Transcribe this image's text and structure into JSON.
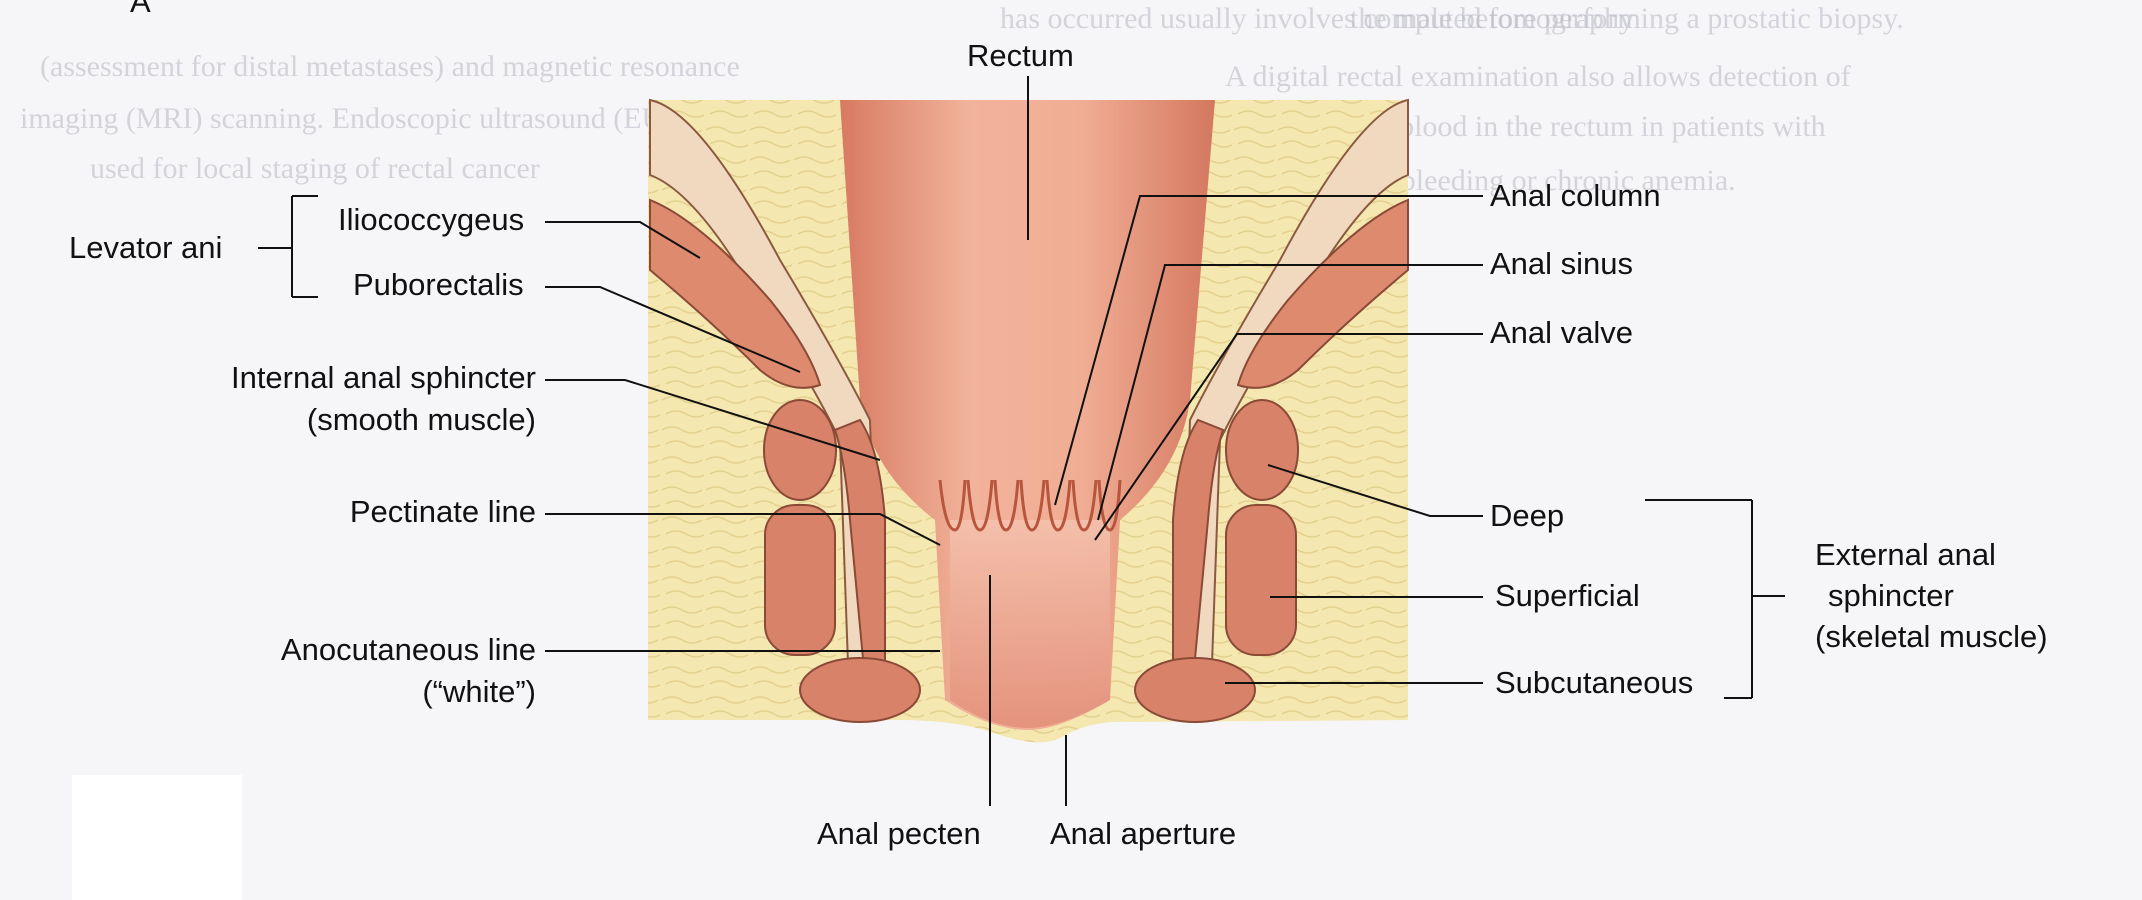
{
  "figure": {
    "corner_letter": "A",
    "show_through_text": [
      "has occurred usually involves computed tomography",
      "(assessment for distal metastases) and magnetic resonance",
      "imaging (MRI) scanning. Endoscopic ultrasound (EUS) is also",
      "used for local staging of rectal cancer",
      "the male before performing a prostatic biopsy.",
      "A digital rectal examination also allows detection of",
      "fresh or altered blood in the rectum in patients with",
      "gastrointestinal bleeding or chronic anemia."
    ],
    "colors": {
      "tissue": "#f3e6ad",
      "muscle": "#d9826a",
      "rectum": "#e99a80",
      "line": "#111111"
    }
  },
  "labels": {
    "top": "Rectum",
    "left": {
      "group": "Levator ani",
      "iliococcygeus": "Iliococcygeus",
      "puborectalis": "Puborectalis",
      "internal_1": "Internal anal sphincter",
      "internal_2": "(smooth muscle)",
      "pectinate": "Pectinate line",
      "anocutaneous_1": "Anocutaneous line",
      "anocutaneous_2": "(“white”)"
    },
    "right": {
      "anal_column": "Anal column",
      "anal_sinus": "Anal sinus",
      "anal_valve": "Anal valve",
      "deep": "Deep",
      "superficial": "Superficial",
      "subcutaneous": "Subcutaneous",
      "external_1": "External anal",
      "external_2": "sphincter",
      "external_3": "(skeletal muscle)"
    },
    "bottom": {
      "pecten": "Anal pecten",
      "aperture": "Anal aperture"
    }
  }
}
